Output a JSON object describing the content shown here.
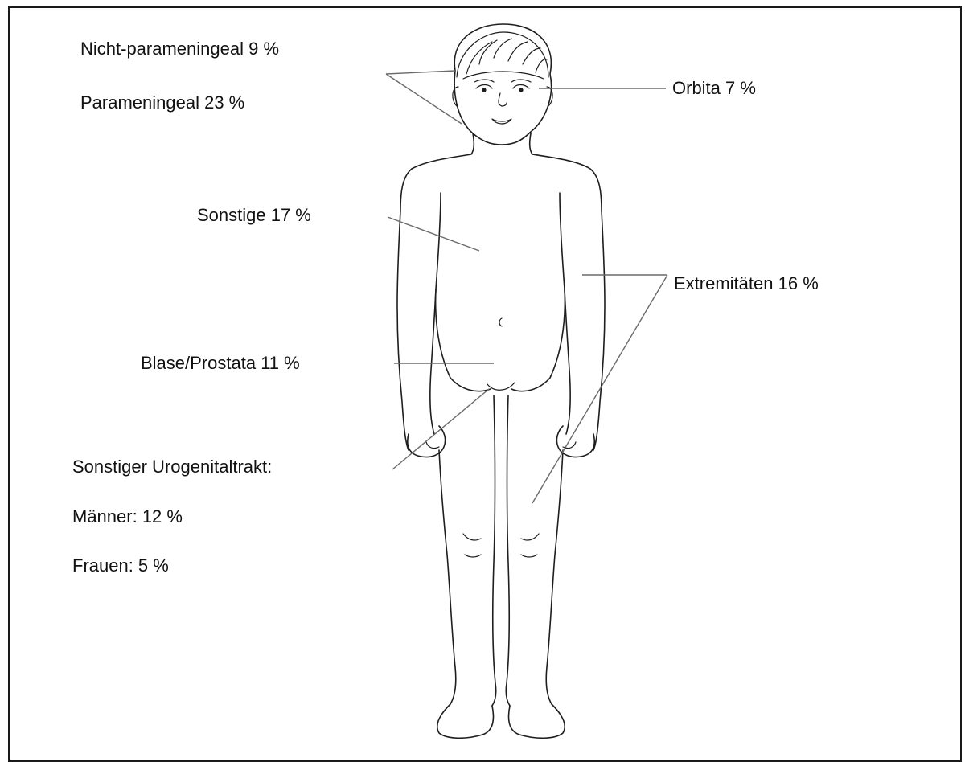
{
  "labels": {
    "nicht_parameningeal": "Nicht-parameningeal 9 %",
    "parameningeal": "Parameningeal 23 %",
    "orbita": "Orbita 7 %",
    "sonstige": "Sonstige 17 %",
    "extremitaeten": "Extremitäten 16 %",
    "blase_prostata": "Blase/Prostata 11 %",
    "urogenital_heading": "Sonstiger Urogenitaltrakt:",
    "maenner": "Männer: 12 %",
    "frauen": "Frauen: 5 %"
  },
  "colors": {
    "outline": "#1e1e1e",
    "leader": "#6a6a6a",
    "text": "#111111"
  }
}
